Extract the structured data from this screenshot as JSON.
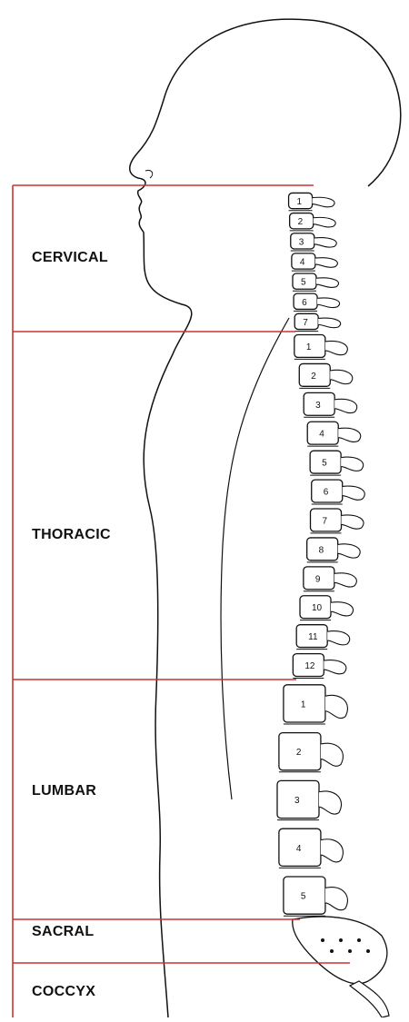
{
  "regions": [
    {
      "label": "CERVICAL",
      "vertebrae": [
        "1",
        "2",
        "3",
        "4",
        "5",
        "6",
        "7"
      ]
    },
    {
      "label": "THORACIC",
      "vertebrae": [
        "1",
        "2",
        "3",
        "4",
        "5",
        "6",
        "7",
        "8",
        "9",
        "10",
        "11",
        "12"
      ]
    },
    {
      "label": "LUMBAR",
      "vertebrae": [
        "1",
        "2",
        "3",
        "4",
        "5"
      ]
    },
    {
      "label": "SACRAL",
      "vertebrae": []
    },
    {
      "label": "COCCYX",
      "vertebrae": []
    }
  ],
  "colors": {
    "divider": "#cc3333",
    "ink": "#111111"
  }
}
